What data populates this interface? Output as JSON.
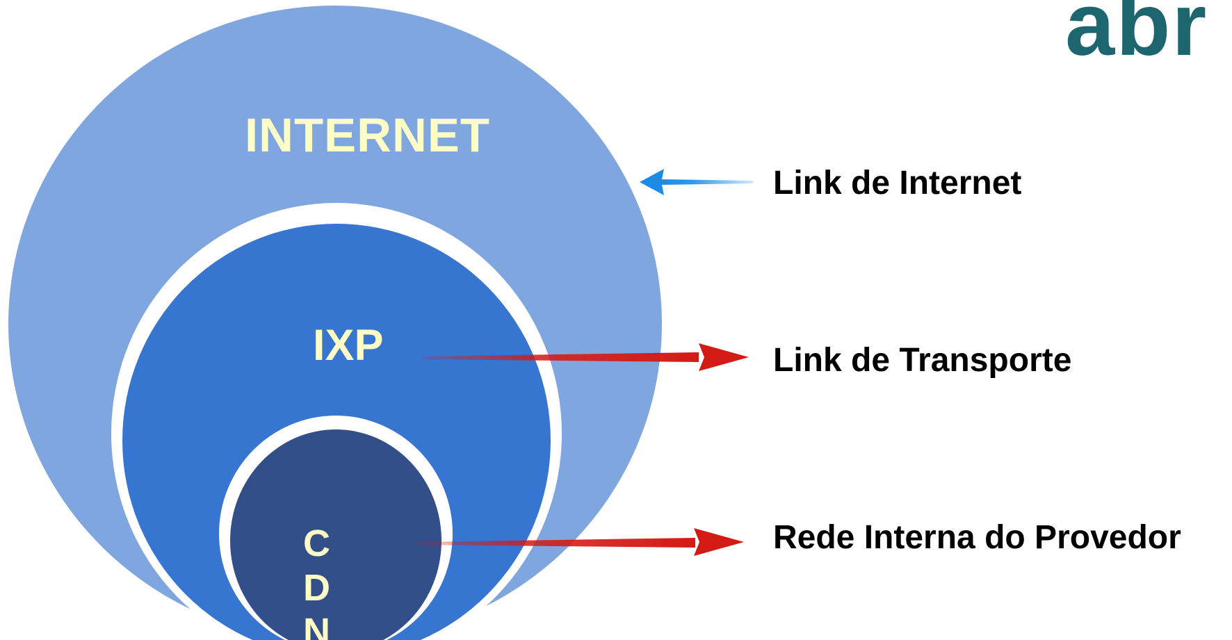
{
  "logo": {
    "text": "abr",
    "color": "#1d6670"
  },
  "colors": {
    "internet_fill": "#80a6e0",
    "ixp_fill": "#3675d0",
    "cdn_fill": "#324f8a",
    "ring": "#ffffff",
    "circle_text": "#fdfdc6",
    "arrow_blue": "#1a8ce6",
    "arrow_red": "#d41a14"
  },
  "circles": {
    "internet": {
      "label": "INTERNET"
    },
    "ixp": {
      "label": "IXP"
    },
    "cdn": {
      "label": "CDN"
    }
  },
  "legend": {
    "internet_link": {
      "label": "Link de Internet",
      "arrow_icon": "arrow-left-icon"
    },
    "transport_link": {
      "label": "Link de Transporte",
      "arrow_icon": "arrow-right-icon"
    },
    "internal_network": {
      "label": "Rede Interna do Provedor",
      "arrow_icon": "arrow-right-icon"
    }
  }
}
